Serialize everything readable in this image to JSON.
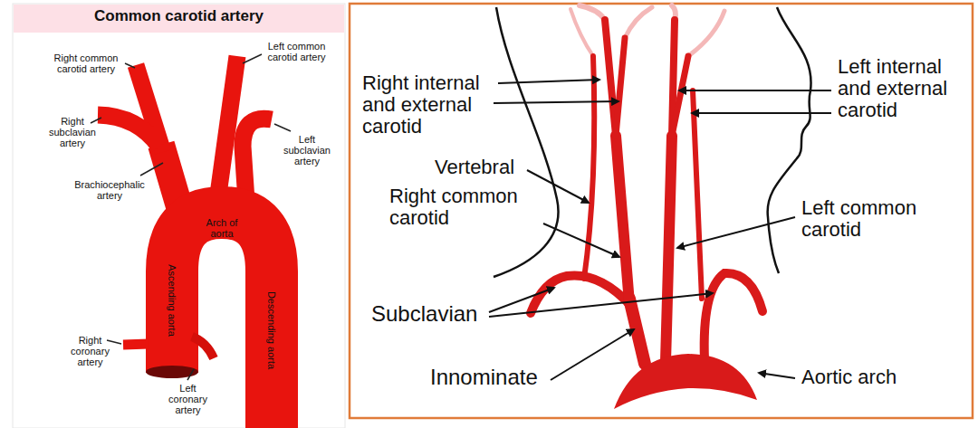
{
  "diagram": {
    "title": "Common carotid artery",
    "labels": [
      "Right common carotid artery",
      "Left common carotid artery",
      "Right subclavian artery",
      "Left subclavian artery",
      "Brachiocephalic artery",
      "Arch of aorta",
      "Ascending aorta",
      "Descending aorta",
      "Right coronary artery",
      "Left coronary artery",
      "Right internal and external carotid",
      "Left internal and external carotid",
      "Vertebral",
      "Right common carotid",
      "Left common carotid",
      "Subclavian",
      "Innominate",
      "Aortic arch"
    ]
  }
}
